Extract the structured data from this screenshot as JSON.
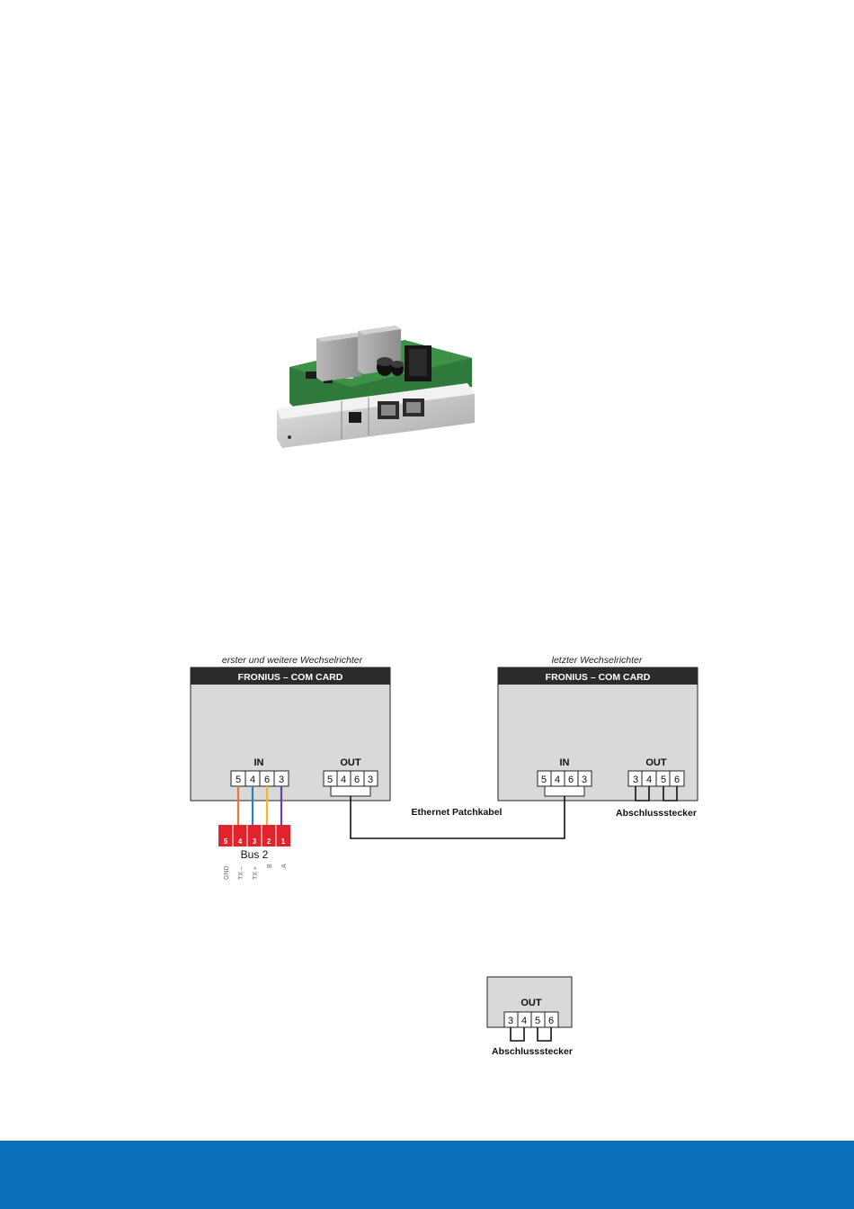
{
  "diagram_main": {
    "card_left": {
      "caption": "erster und weitere Wechselrichter",
      "header": "FRONIUS – COM CARD",
      "in_label": "IN",
      "in_pins": [
        "5",
        "4",
        "6",
        "3"
      ],
      "out_label": "OUT",
      "out_pins": [
        "5",
        "4",
        "6",
        "3"
      ]
    },
    "card_right": {
      "caption": "letzter Wechselrichter",
      "header": "FRONIUS – COM CARD",
      "in_label": "IN",
      "in_pins": [
        "5",
        "4",
        "6",
        "3"
      ],
      "out_label": "OUT",
      "out_pins": [
        "3",
        "4",
        "5",
        "6"
      ],
      "terminator_label": "Abschlussstecker"
    },
    "cable_label": "Ethernet Patchkabel",
    "bus": {
      "label": "Bus 2",
      "terminals": [
        "5",
        "4",
        "3",
        "2",
        "1"
      ],
      "signals": [
        "GND",
        "TX –",
        "TX +",
        "B",
        "A"
      ],
      "wire_colors": [
        "#e8792b",
        "#2a7fc1",
        "#f0b81c",
        "#6b3fa0"
      ]
    }
  },
  "diagram_detail": {
    "out_label": "OUT",
    "pins": [
      "3",
      "4",
      "5",
      "6"
    ],
    "terminator_label": "Abschlussstecker"
  },
  "colors": {
    "footer_blue": "#0a6fba",
    "card_gray": "#d9d9d9",
    "header_dark": "#2b2b2b",
    "bus_red": "#e3232b"
  }
}
